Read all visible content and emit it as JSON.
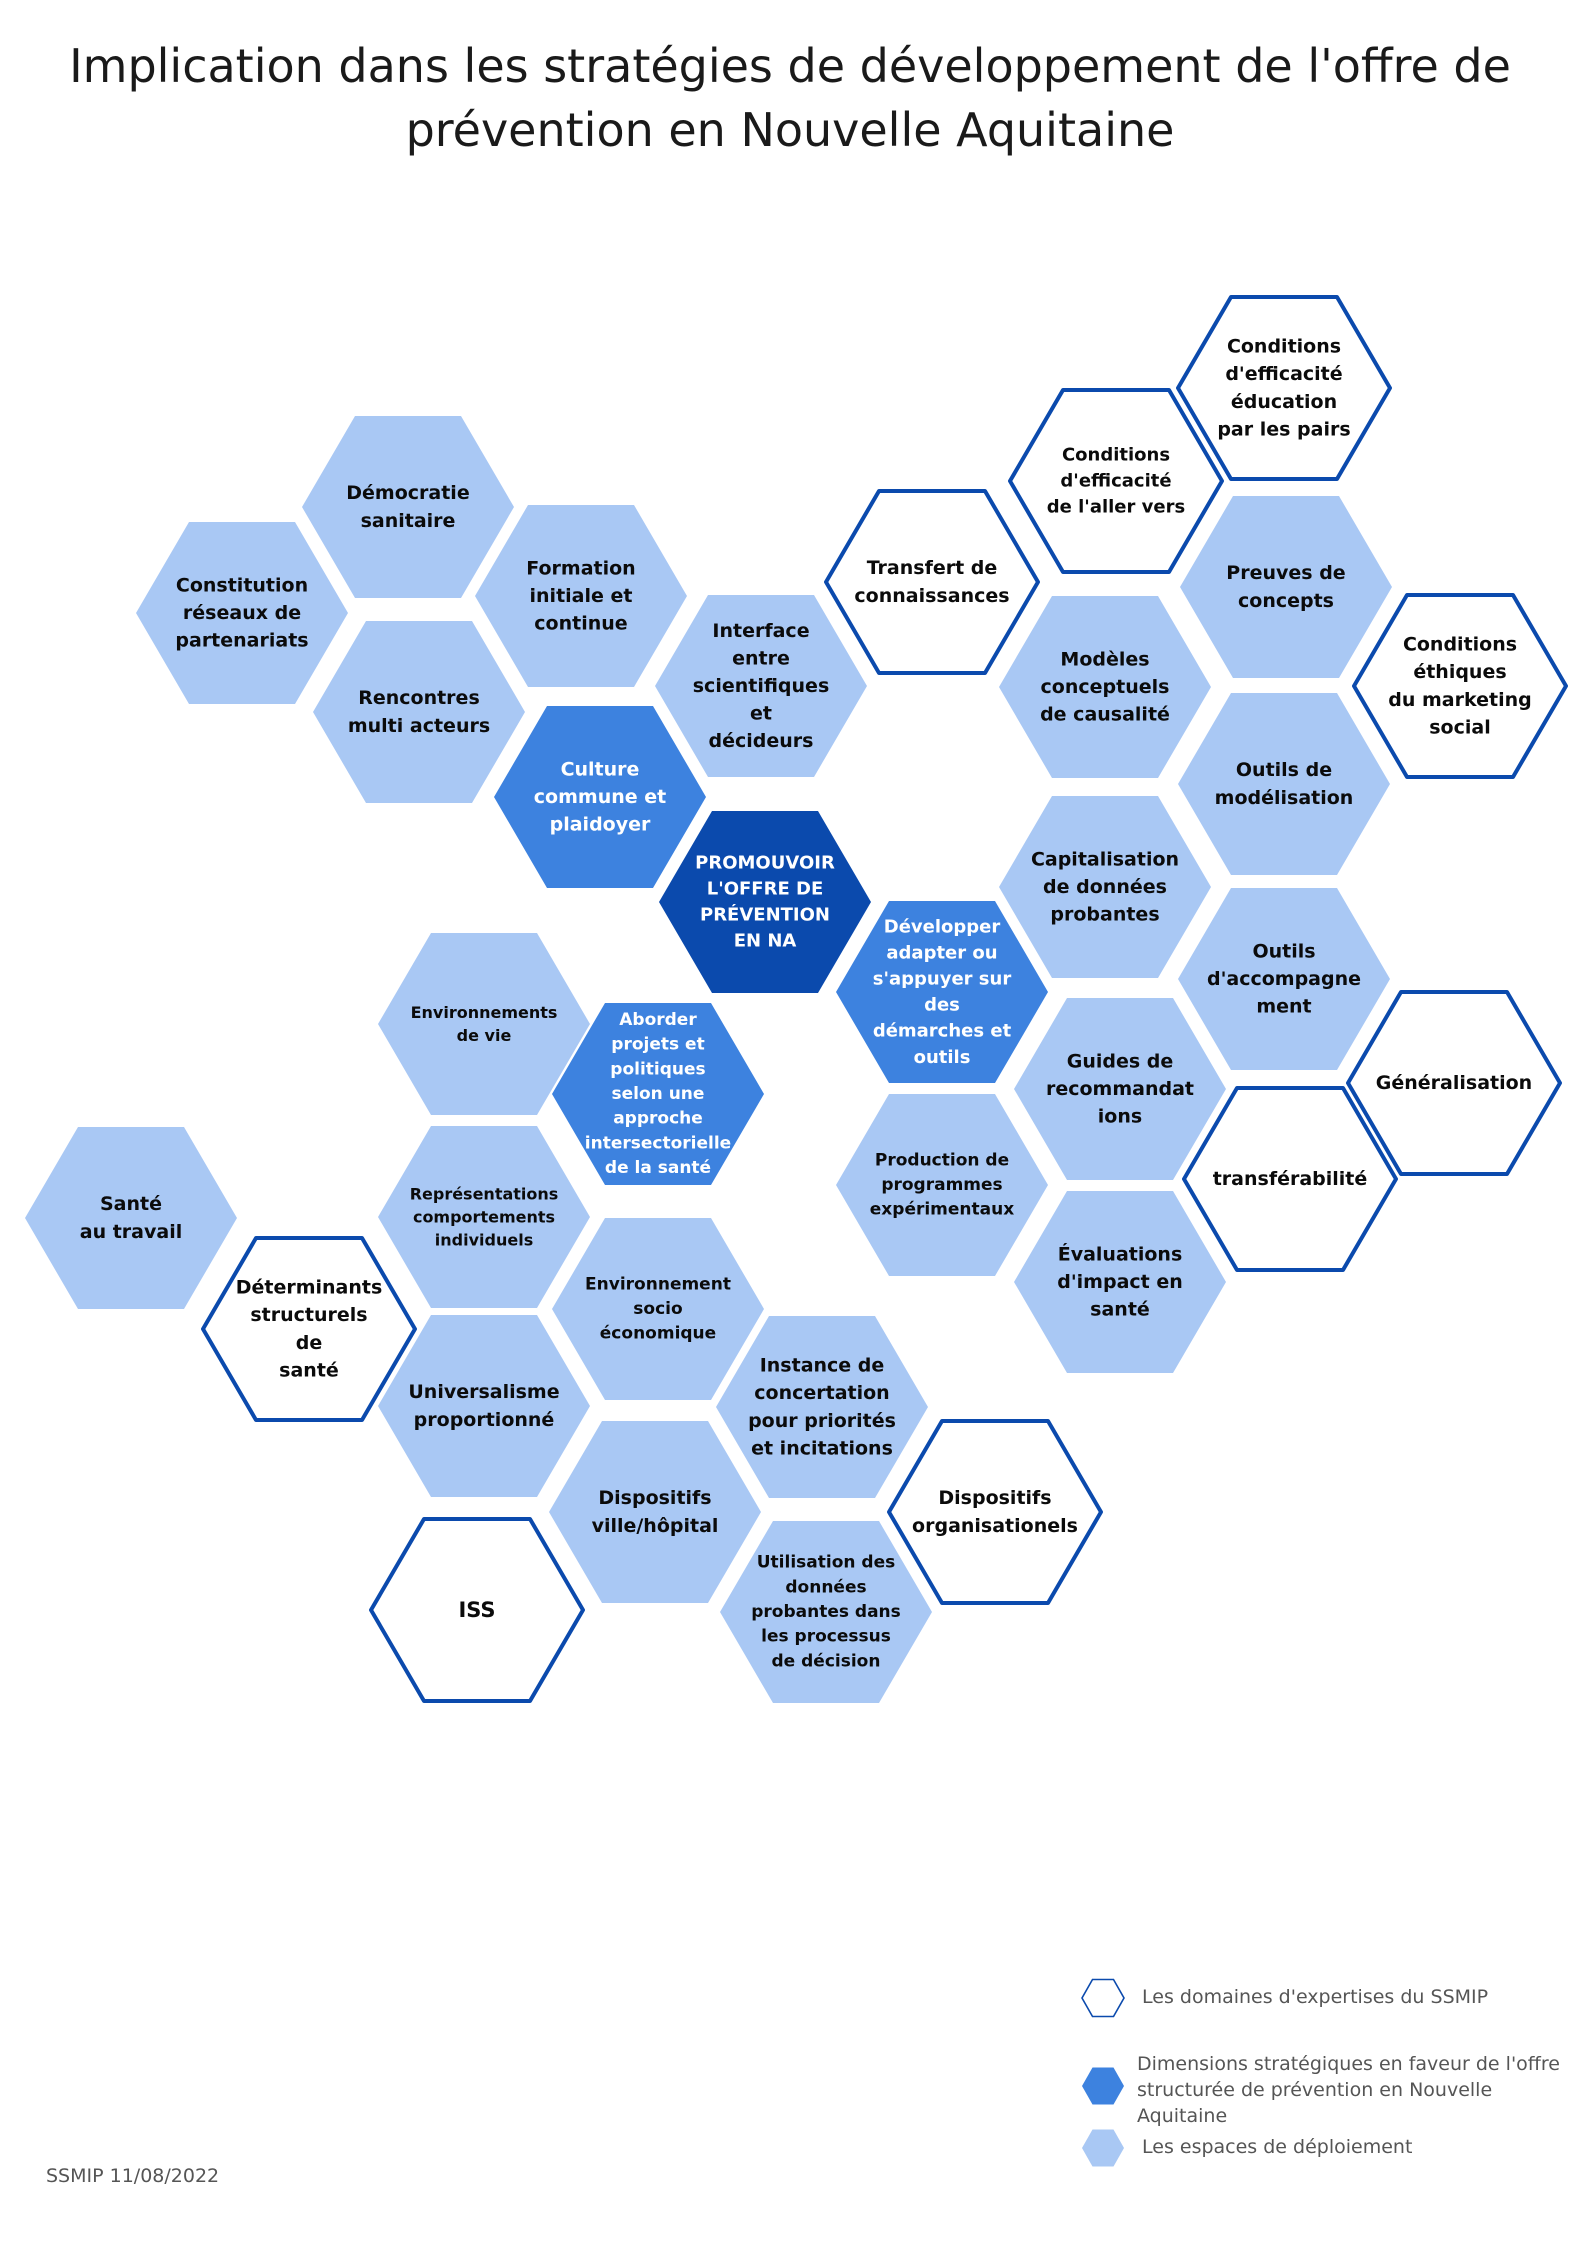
{
  "title": {
    "line1": "Implication dans les stratégies de développement de l'offre de",
    "line2": "prévention en Nouvelle Aquitaine"
  },
  "colors": {
    "dark": "#0b4aad",
    "medium": "#3d82df",
    "light": "#a9c8f4",
    "outline": "#0b4aad",
    "text_dark": "#0b0b0b",
    "text_light": "#ffffff"
  },
  "hexagons": [
    {
      "id": "democratie",
      "type": "light",
      "lines": [
        "Démocratie",
        "sanitaire"
      ]
    },
    {
      "id": "constitution",
      "type": "light",
      "lines": [
        "Constitution",
        "réseaux de",
        "partenariats"
      ]
    },
    {
      "id": "formation",
      "type": "light",
      "lines": [
        "Formation",
        "initiale et",
        "continue"
      ]
    },
    {
      "id": "rencontres",
      "type": "light",
      "lines": [
        "Rencontres",
        "multi acteurs"
      ]
    },
    {
      "id": "interface",
      "type": "light",
      "lines": [
        "Interface",
        "entre",
        "scientifiques",
        "et",
        "décideurs"
      ]
    },
    {
      "id": "culture",
      "type": "medium",
      "lines": [
        "Culture",
        "commune et",
        "plaidoyer"
      ]
    },
    {
      "id": "promouvoir",
      "type": "dark",
      "lines": [
        "PROMOUVOIR",
        "L'OFFRE DE",
        "PRÉVENTION",
        "EN NA"
      ]
    },
    {
      "id": "developper",
      "type": "medium",
      "lines": [
        "Développer",
        "adapter ou",
        "s'appuyer sur",
        "des",
        "démarches et",
        "outils"
      ]
    },
    {
      "id": "aborder",
      "type": "medium",
      "lines": [
        "Aborder",
        "projets et",
        "politiques",
        "selon une",
        "approche",
        "intersectorielle",
        "de la santé"
      ]
    },
    {
      "id": "transfert",
      "type": "outline",
      "lines": [
        "Transfert de",
        "connaissances"
      ]
    },
    {
      "id": "cond-aller",
      "type": "outline",
      "lines": [
        "Conditions",
        "d'efficacité",
        "de l'aller vers"
      ]
    },
    {
      "id": "cond-pairs",
      "type": "outline",
      "lines": [
        "Conditions",
        "d'efficacité",
        "éducation",
        "par les pairs"
      ]
    },
    {
      "id": "preuves",
      "type": "light",
      "lines": [
        "Preuves de",
        "concepts"
      ]
    },
    {
      "id": "cond-ethiques",
      "type": "outline",
      "lines": [
        "Conditions",
        "éthiques",
        "du marketing",
        "social"
      ]
    },
    {
      "id": "modeles",
      "type": "light",
      "lines": [
        "Modèles",
        "conceptuels",
        "de causalité"
      ]
    },
    {
      "id": "outils-modelisation",
      "type": "light",
      "lines": [
        "Outils de",
        "modélisation"
      ]
    },
    {
      "id": "capitalisation",
      "type": "light",
      "lines": [
        "Capitalisation",
        "de données",
        "probantes"
      ]
    },
    {
      "id": "outils-accompagnement",
      "type": "light",
      "lines": [
        "Outils",
        "d'accompagne",
        "ment"
      ]
    },
    {
      "id": "generalisation",
      "type": "outline",
      "lines": [
        "Généralisation"
      ]
    },
    {
      "id": "guides",
      "type": "light",
      "lines": [
        "Guides de",
        "recommandat",
        "ions"
      ]
    },
    {
      "id": "transferabilite",
      "type": "outline",
      "lines": [
        "transférabilité"
      ]
    },
    {
      "id": "production",
      "type": "light",
      "lines": [
        "Production de",
        "programmes",
        "expérimentaux"
      ]
    },
    {
      "id": "evaluations",
      "type": "light",
      "lines": [
        "Évaluations",
        "d'impact en",
        "santé"
      ]
    },
    {
      "id": "environnements-vie",
      "type": "light",
      "lines": [
        "Environnements",
        "de vie"
      ]
    },
    {
      "id": "sante-travail",
      "type": "light",
      "lines": [
        "Santé",
        "au travail"
      ]
    },
    {
      "id": "representations",
      "type": "light",
      "lines": [
        "Représentations",
        "comportements",
        "individuels"
      ]
    },
    {
      "id": "determinants",
      "type": "outline",
      "lines": [
        "Déterminants",
        "structurels",
        "de",
        "santé"
      ]
    },
    {
      "id": "environnement-socio",
      "type": "light",
      "lines": [
        "Environnement",
        "socio",
        "économique"
      ]
    },
    {
      "id": "universalisme",
      "type": "light",
      "lines": [
        "Universalisme",
        "proportionné"
      ]
    },
    {
      "id": "instance",
      "type": "light",
      "lines": [
        "Instance de",
        "concertation",
        "pour priorités",
        "et incitations"
      ]
    },
    {
      "id": "dispositifs-ville",
      "type": "light",
      "lines": [
        "Dispositifs",
        "ville/hôpital"
      ]
    },
    {
      "id": "dispositifs-org",
      "type": "outline",
      "lines": [
        "Dispositifs",
        "organisationels"
      ]
    },
    {
      "id": "iss",
      "type": "outline",
      "lines": [
        "ISS"
      ]
    },
    {
      "id": "utilisation",
      "type": "light",
      "lines": [
        "Utilisation des",
        "données",
        "probantes dans",
        "les processus",
        "de décision"
      ]
    }
  ],
  "legend": [
    {
      "type": "outline",
      "text": "Les domaines d'expertises du SSMIP"
    },
    {
      "type": "medium",
      "text": "Dimensions stratégiques en faveur de l'offre structurée de prévention en Nouvelle Aquitaine"
    },
    {
      "type": "light",
      "text": "Les espaces de déploiement"
    }
  ],
  "footer": "SSMIP 11/08/2022"
}
